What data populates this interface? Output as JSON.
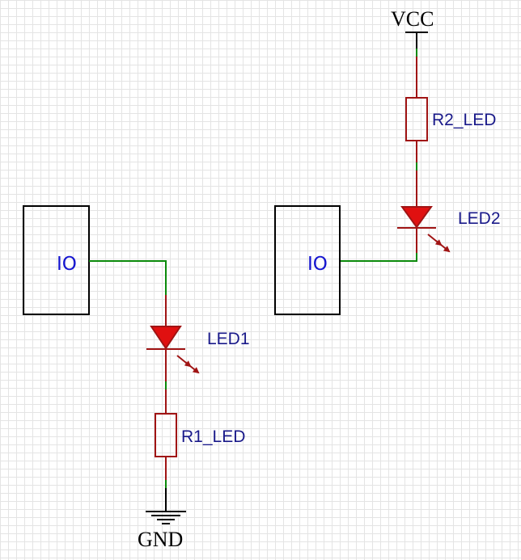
{
  "schematic": {
    "left_circuit": {
      "io_label": "IO",
      "led_label": "LED1",
      "resistor_label": "R1_LED",
      "ground_label": "GND"
    },
    "right_circuit": {
      "io_label": "IO",
      "led_label": "LED2",
      "resistor_label": "R2_LED",
      "power_label": "VCC"
    },
    "colors": {
      "wire": "#0a8a0a",
      "component": "#a01414",
      "led_fill": "#e01010",
      "block": "#000000",
      "net_label": "#1a1a8a",
      "io_label": "#1515d0"
    }
  }
}
